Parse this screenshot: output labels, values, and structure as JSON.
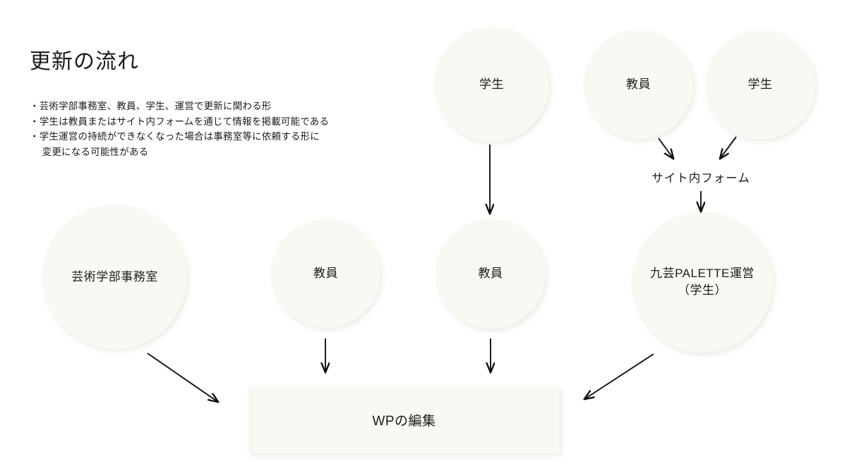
{
  "slide": {
    "title": "更新の流れ",
    "background_color": "#ffffff",
    "node_fill_color": "#faf8f3",
    "text_color": "#1b1b1b",
    "arrow_color": "#111111"
  },
  "bullets": [
    "・芸術学部事務室、教員、学生、運営で更新に関わる形",
    "・学生は教員またはサイト内フォームを通じて情報を掲載可能である",
    "・学生運営の持続ができなくなった場合は事務室等に依頼する形に",
    "　 変更になる可能性がある"
  ],
  "nodes": [
    {
      "id": "student-top",
      "label": "学生",
      "shape": "circle"
    },
    {
      "id": "teacher-top",
      "label": "教員",
      "shape": "circle"
    },
    {
      "id": "student-top-right",
      "label": "学生",
      "shape": "circle"
    },
    {
      "id": "site-form",
      "label": "サイト内フォーム",
      "shape": "text"
    },
    {
      "id": "office",
      "label": "芸術学部事務室",
      "shape": "circle"
    },
    {
      "id": "teacher-mid-left",
      "label": "教員",
      "shape": "circle"
    },
    {
      "id": "teacher-mid",
      "label": "教員",
      "shape": "circle"
    },
    {
      "id": "palette-admin",
      "label": "九芸PALETTE運営\n（学生）",
      "shape": "circle"
    },
    {
      "id": "wp-edit",
      "label": "WPの編集",
      "shape": "rect"
    }
  ],
  "edges": [
    {
      "id": "edge-student-to-teacher",
      "from": "student-top",
      "to": "teacher-mid",
      "direction": "down"
    },
    {
      "id": "edge-teacher-to-form",
      "from": "teacher-top",
      "to": "site-form",
      "direction": "down-right"
    },
    {
      "id": "edge-student-to-form",
      "from": "student-top-right",
      "to": "site-form",
      "direction": "down-left"
    },
    {
      "id": "edge-form-to-palette",
      "from": "site-form",
      "to": "palette-admin",
      "direction": "down"
    },
    {
      "id": "edge-office-to-wp",
      "from": "office",
      "to": "wp-edit",
      "direction": "down-right"
    },
    {
      "id": "edge-teacher-left-to-wp",
      "from": "teacher-mid-left",
      "to": "wp-edit",
      "direction": "down"
    },
    {
      "id": "edge-teacher-mid-to-wp",
      "from": "teacher-mid",
      "to": "wp-edit",
      "direction": "down"
    },
    {
      "id": "edge-palette-to-wp",
      "from": "palette-admin",
      "to": "wp-edit",
      "direction": "down-left"
    }
  ]
}
